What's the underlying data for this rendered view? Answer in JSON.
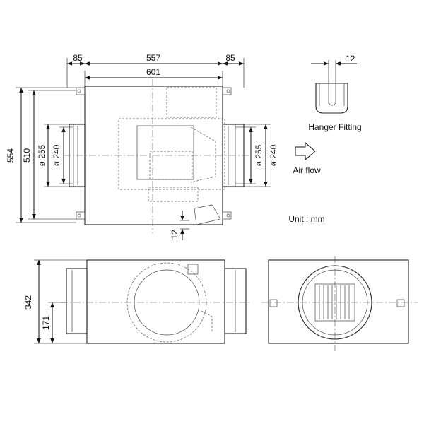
{
  "dimensions": {
    "side_flange_left": "85",
    "body_width": "557",
    "side_flange_right": "85",
    "overall_width": "601",
    "overall_height": "554",
    "hanger_pitch_height": "510",
    "duct_outer_left": "ø 255",
    "duct_inner_left": "ø 240",
    "duct_outer_right": "ø 255",
    "duct_inner_right": "ø 240",
    "bottom_offset": "12",
    "hanger_slot_width": "12",
    "side_view_height": "342",
    "side_view_center_height": "171"
  },
  "labels": {
    "hanger_fitting": "Hanger Fitting",
    "air_flow": "Air flow",
    "unit": "Unit : mm"
  }
}
